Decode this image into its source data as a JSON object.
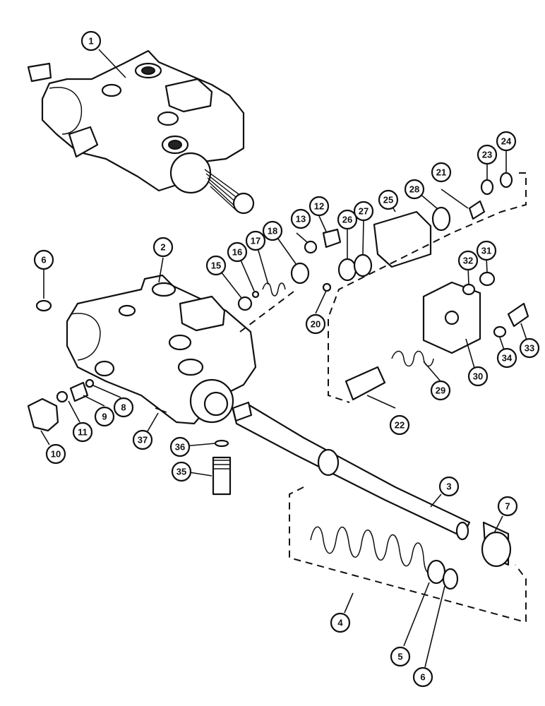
{
  "callouts": [
    {
      "id": "c1",
      "label": "1"
    },
    {
      "id": "c2",
      "label": "2"
    },
    {
      "id": "c3",
      "label": "3"
    },
    {
      "id": "c4",
      "label": "4"
    },
    {
      "id": "c5",
      "label": "5"
    },
    {
      "id": "c6a",
      "label": "6"
    },
    {
      "id": "c6b",
      "label": "6"
    },
    {
      "id": "c7",
      "label": "7"
    },
    {
      "id": "c8",
      "label": "8"
    },
    {
      "id": "c9",
      "label": "9"
    },
    {
      "id": "c10",
      "label": "10"
    },
    {
      "id": "c11",
      "label": "11"
    },
    {
      "id": "c12",
      "label": "12"
    },
    {
      "id": "c13",
      "label": "13"
    },
    {
      "id": "c15",
      "label": "15"
    },
    {
      "id": "c16",
      "label": "16"
    },
    {
      "id": "c17",
      "label": "17"
    },
    {
      "id": "c18",
      "label": "18"
    },
    {
      "id": "c20",
      "label": "20"
    },
    {
      "id": "c21",
      "label": "21"
    },
    {
      "id": "c22",
      "label": "22"
    },
    {
      "id": "c23",
      "label": "23"
    },
    {
      "id": "c24",
      "label": "24"
    },
    {
      "id": "c25",
      "label": "25"
    },
    {
      "id": "c26",
      "label": "26"
    },
    {
      "id": "c27",
      "label": "27"
    },
    {
      "id": "c28",
      "label": "28"
    },
    {
      "id": "c29",
      "label": "29"
    },
    {
      "id": "c30",
      "label": "30"
    },
    {
      "id": "c31",
      "label": "31"
    },
    {
      "id": "c32",
      "label": "32"
    },
    {
      "id": "c33",
      "label": "33"
    },
    {
      "id": "c34",
      "label": "34"
    },
    {
      "id": "c35",
      "label": "35"
    },
    {
      "id": "c36",
      "label": "36"
    },
    {
      "id": "c37",
      "label": "37"
    }
  ]
}
